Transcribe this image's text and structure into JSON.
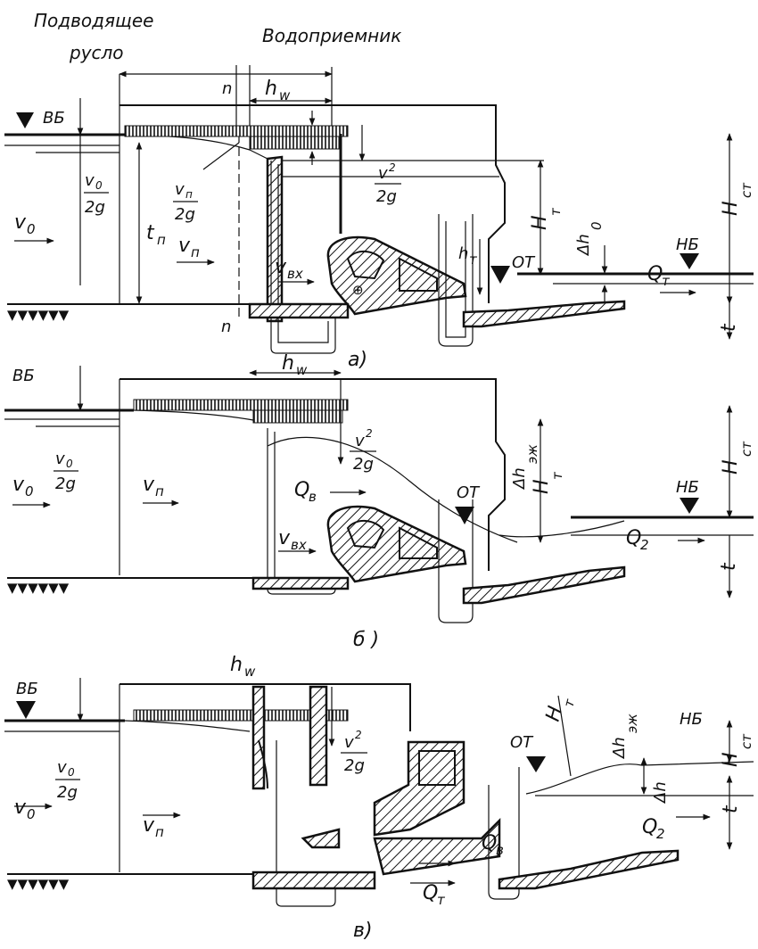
{
  "header": {
    "approach_channel": [
      "Подводящее",
      "русло"
    ],
    "intake": "Водоприемник"
  },
  "labels": {
    "upstream": "ВБ",
    "downstream": "НБ",
    "hw": "h",
    "hw_sub": "w",
    "n": "n",
    "velocity_head": "v²/2g",
    "v0_head_num": "v",
    "v0_head_sub": "0",
    "vn_head_sub": "п",
    "head_den": "2g",
    "v0": "v",
    "v0_sub": "0",
    "vn": "v",
    "vn_sub": "п",
    "vin": "v",
    "vin_sub": "вх",
    "tn": "t",
    "tn_sub": "п",
    "Ht": "H",
    "Ht_sub": "т",
    "Hst": "H",
    "Hst_sub": "ст",
    "ht": "h",
    "ht_sub": "т",
    "OT": "ОТ",
    "dh0": "Δh",
    "dh0_sub": "0",
    "dhej": "Δh",
    "dhej_sub": "эж",
    "dh": "Δh",
    "Qt": "Q",
    "Qt_sub": "т",
    "Qv": "Q",
    "Qv_sub": "в",
    "Q2": "Q",
    "Q2_sub": "2",
    "t": "t"
  },
  "panels": [
    {
      "caption": "a)"
    },
    {
      "caption": "б )"
    },
    {
      "caption": "в)"
    }
  ]
}
